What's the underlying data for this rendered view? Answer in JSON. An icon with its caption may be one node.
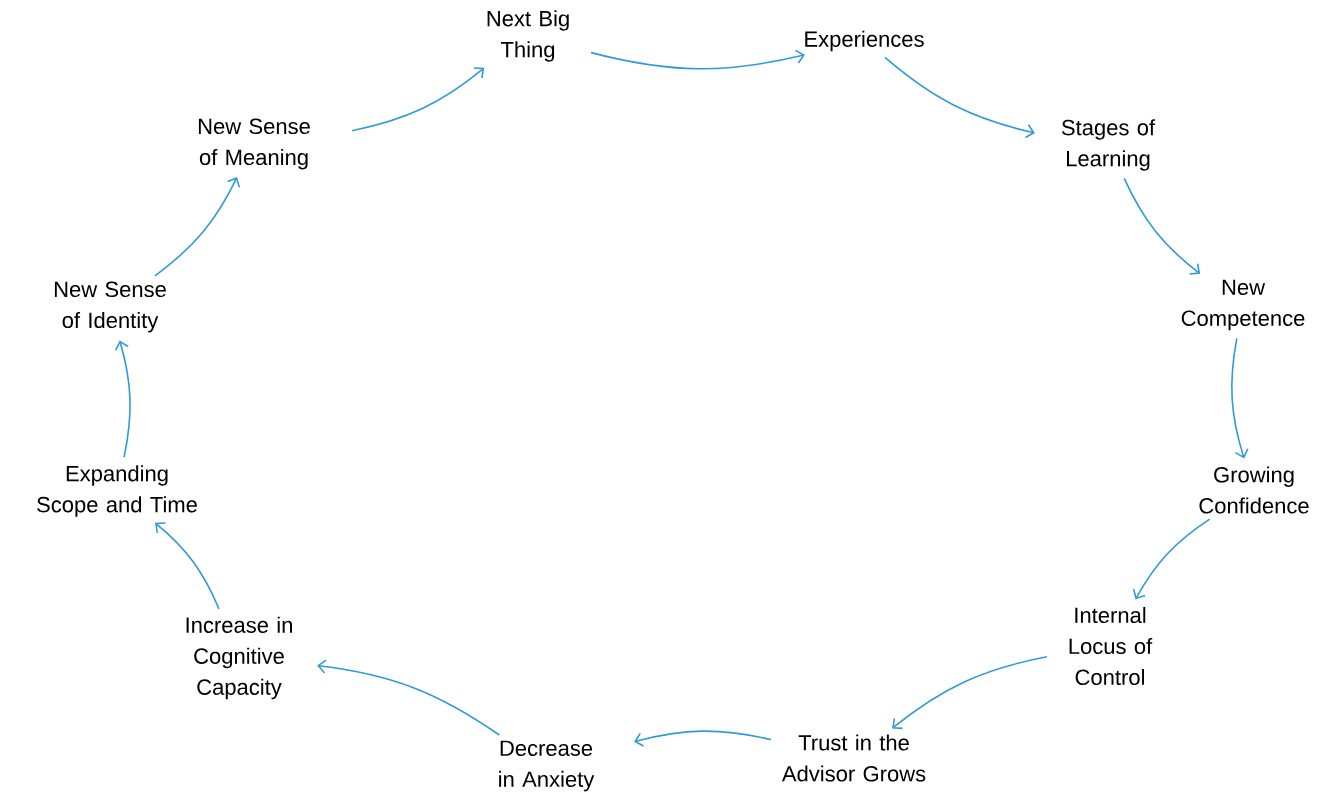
{
  "diagram": {
    "nodes": [
      {
        "text": [
          "Next Big Thing"
        ]
      },
      {
        "text": [
          "Experiences"
        ]
      },
      {
        "text": [
          "Stages of Learning"
        ]
      },
      {
        "text": [
          "New Competence"
        ]
      },
      {
        "text": [
          "Growing Confidence"
        ]
      },
      {
        "text": [
          "Internal Locus of Control"
        ]
      },
      {
        "text": [
          "Trust in the Advisor Grows"
        ]
      },
      {
        "text": [
          "Decrease in Anxiety"
        ]
      },
      {
        "text": [
          "Increase in Cognitive Capacity"
        ]
      },
      {
        "text": [
          "Expanding Scope and Time"
        ]
      },
      {
        "text": [
          "New Sense of Identity"
        ]
      },
      {
        "text": [
          "New Sense of Meaning"
        ]
      }
    ],
    "edges": [
      {
        "from": 0,
        "to": 1,
        "arrow": "to"
      },
      {
        "from": 1,
        "to": 2,
        "arrow": "to"
      },
      {
        "from": 2,
        "to": 3,
        "arrow": "to"
      },
      {
        "from": 3,
        "to": 4,
        "arrow": "to"
      },
      {
        "from": 4,
        "to": 5,
        "arrow": "to"
      },
      {
        "from": 5,
        "to": 6,
        "arrow": "to"
      },
      {
        "from": 6,
        "to": 7,
        "arrow": "to"
      },
      {
        "from": 7,
        "to": 8,
        "arrow": "to"
      },
      {
        "from": 8,
        "to": 9,
        "arrow": "to"
      },
      {
        "from": 9,
        "to": 10,
        "arrow": "to"
      },
      {
        "from": 10,
        "to": 11,
        "arrow": "to"
      },
      {
        "from": 11,
        "to": 0,
        "arrow": "to"
      }
    ]
  }
}
